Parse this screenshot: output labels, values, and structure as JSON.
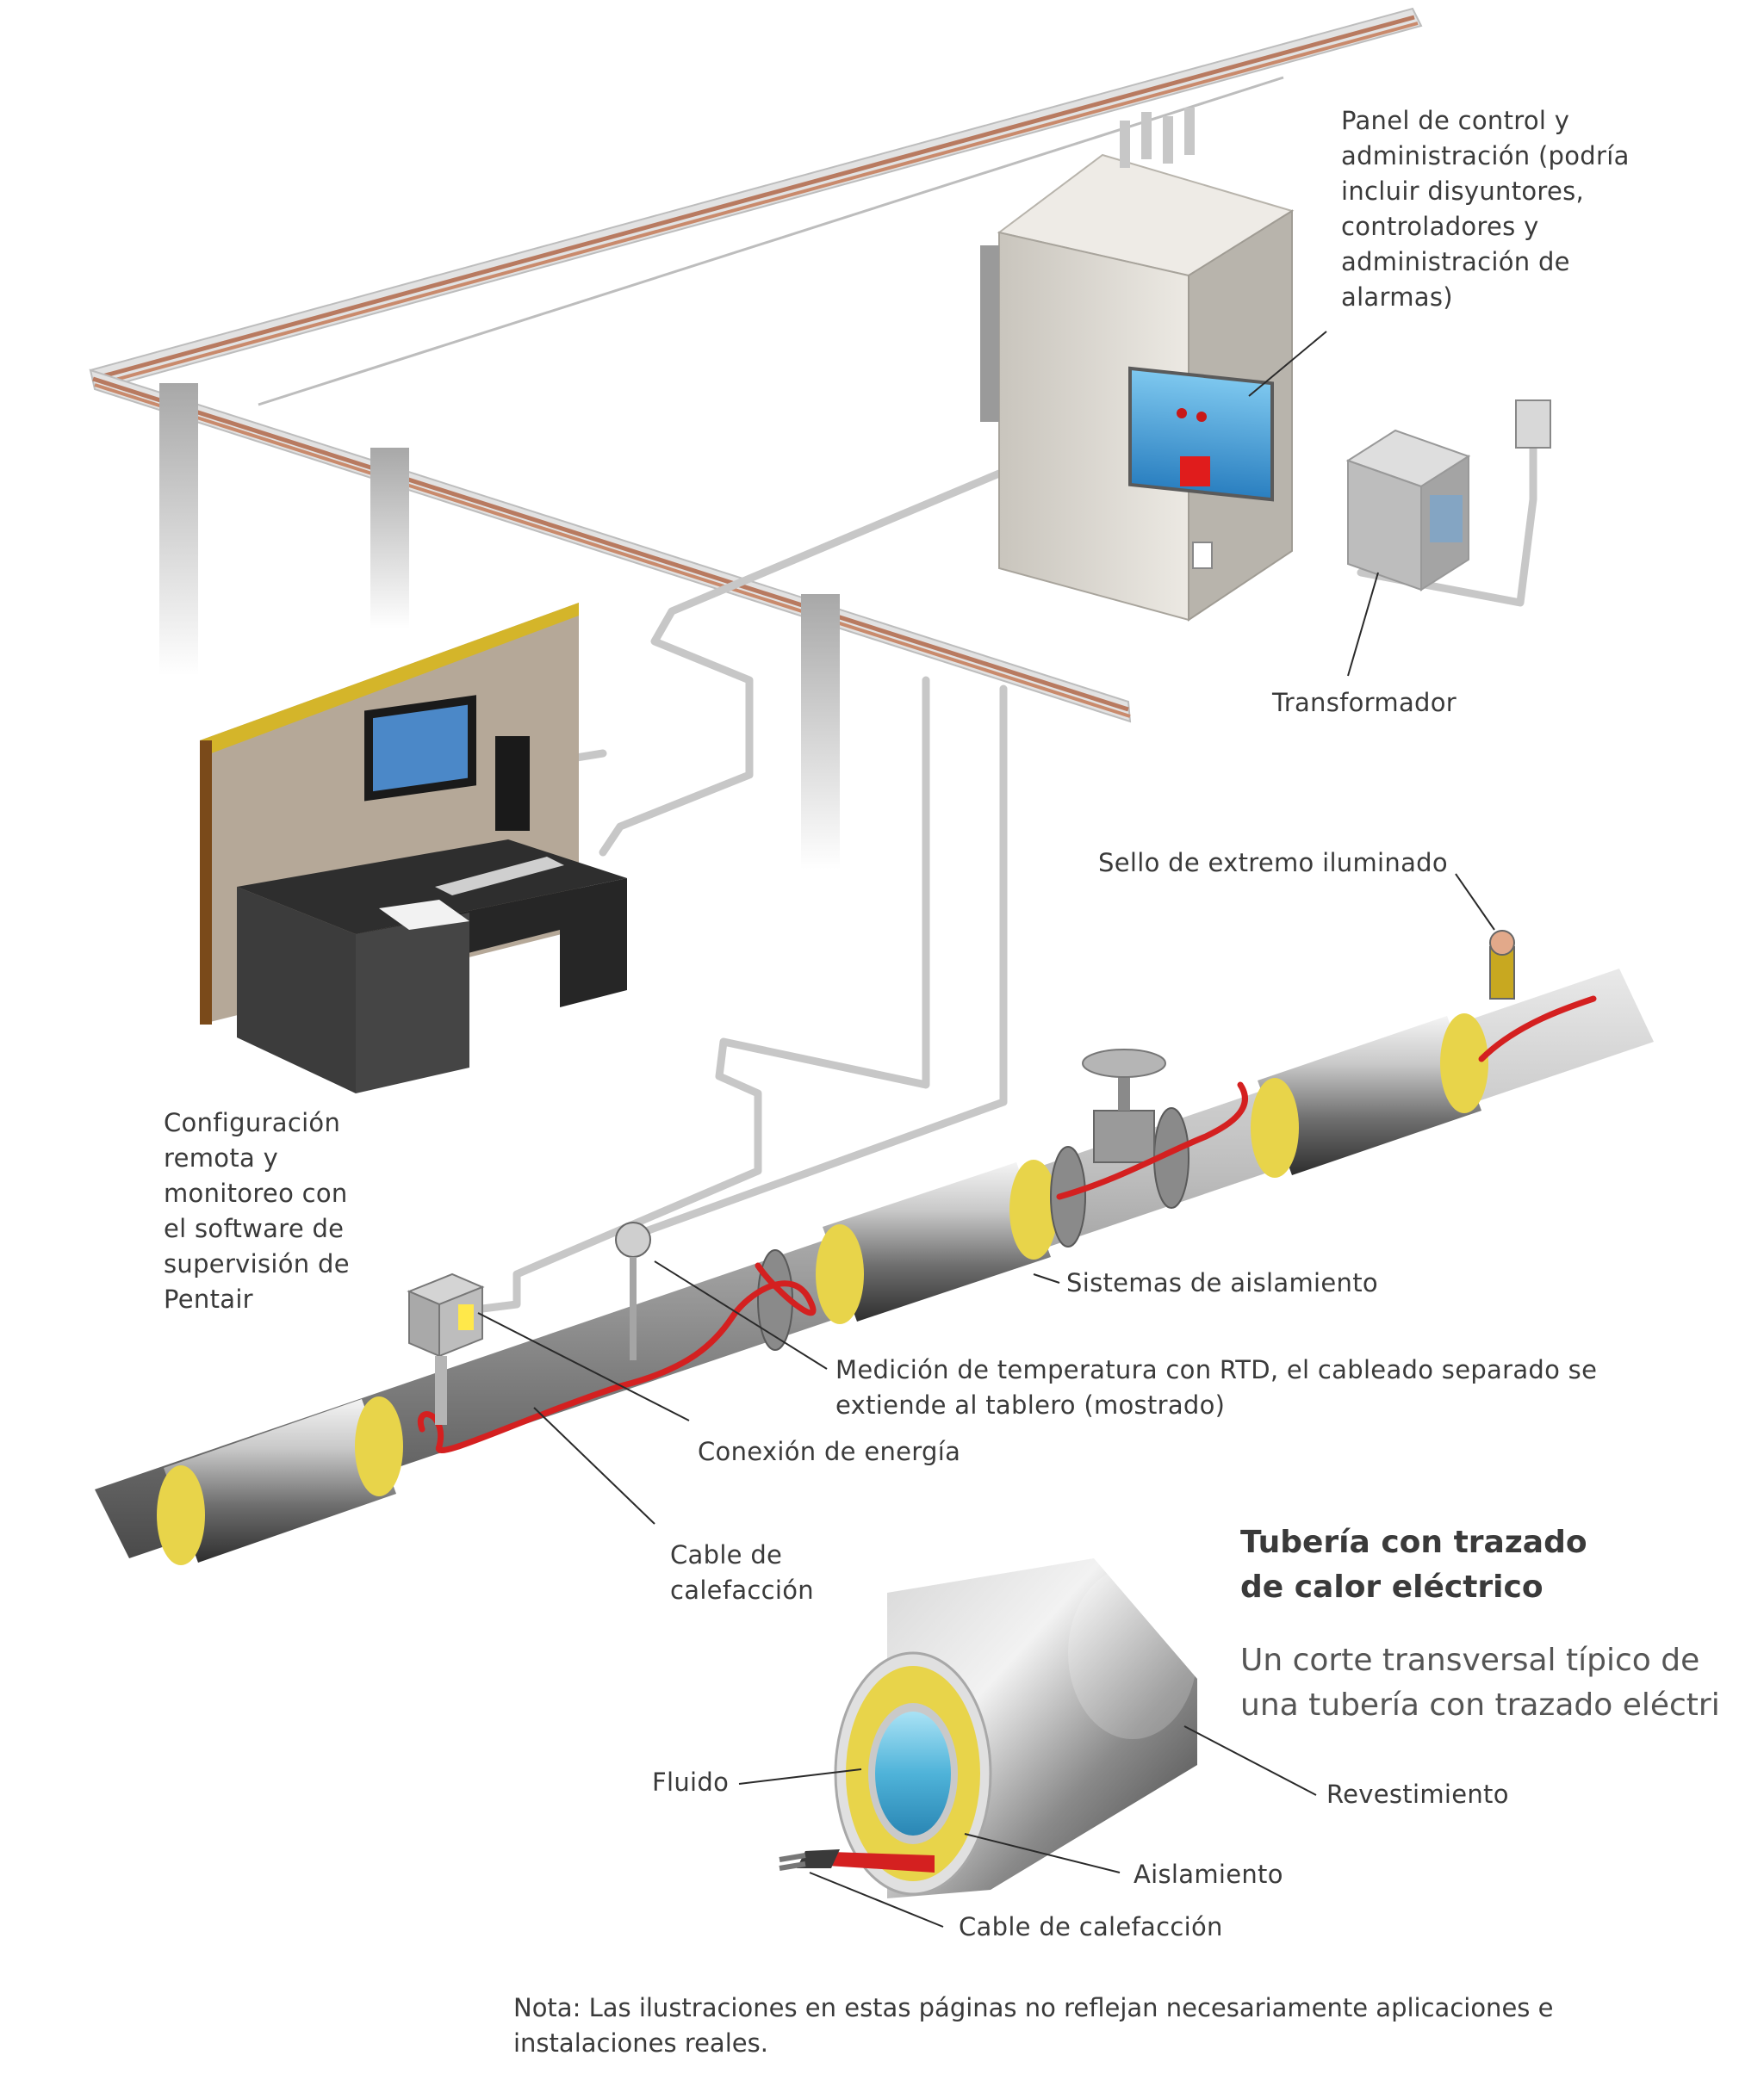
{
  "colors": {
    "heating_cable": "#d42020",
    "insulation": "#e8d44a",
    "pipe": "#9a9a9a",
    "panel": "#dcd8d0",
    "fluid": "#4fb3d9",
    "wall_trim": "#c8a81c"
  },
  "labels": {
    "control_panel": "Panel de control y\nadministración (podría\nincluir disyuntores,\ncontroladores y\nadministración de\nalarmas)",
    "transformer": "Transformador",
    "end_seal": "Sello de extremo iluminado",
    "remote_config": "Configuración\nremota y\nmonitoreo con\nel software de\nsupervisión de\nPentair",
    "insulation_systems": "Sistemas de aislamiento",
    "rtd": "Medición de temperatura con RTD, el cableado separado se\nextiende al tablero (mostrado)",
    "power_connection": "Conexión de energía",
    "heating_cable": "Cable de\ncalefacción"
  },
  "cross_section": {
    "title": "Tubería con trazado\nde calor eléctrico",
    "subtitle": "Un corte transversal típico de\nuna tubería con trazado eléctri",
    "fluid": "Fluido",
    "jacket": "Revestimiento",
    "insulation": "Aislamiento",
    "cable": "Cable de calefacción"
  },
  "note": "Nota: Las ilustraciones en estas páginas no reflejan necesariamente aplicaciones e\ninstalaciones reales."
}
